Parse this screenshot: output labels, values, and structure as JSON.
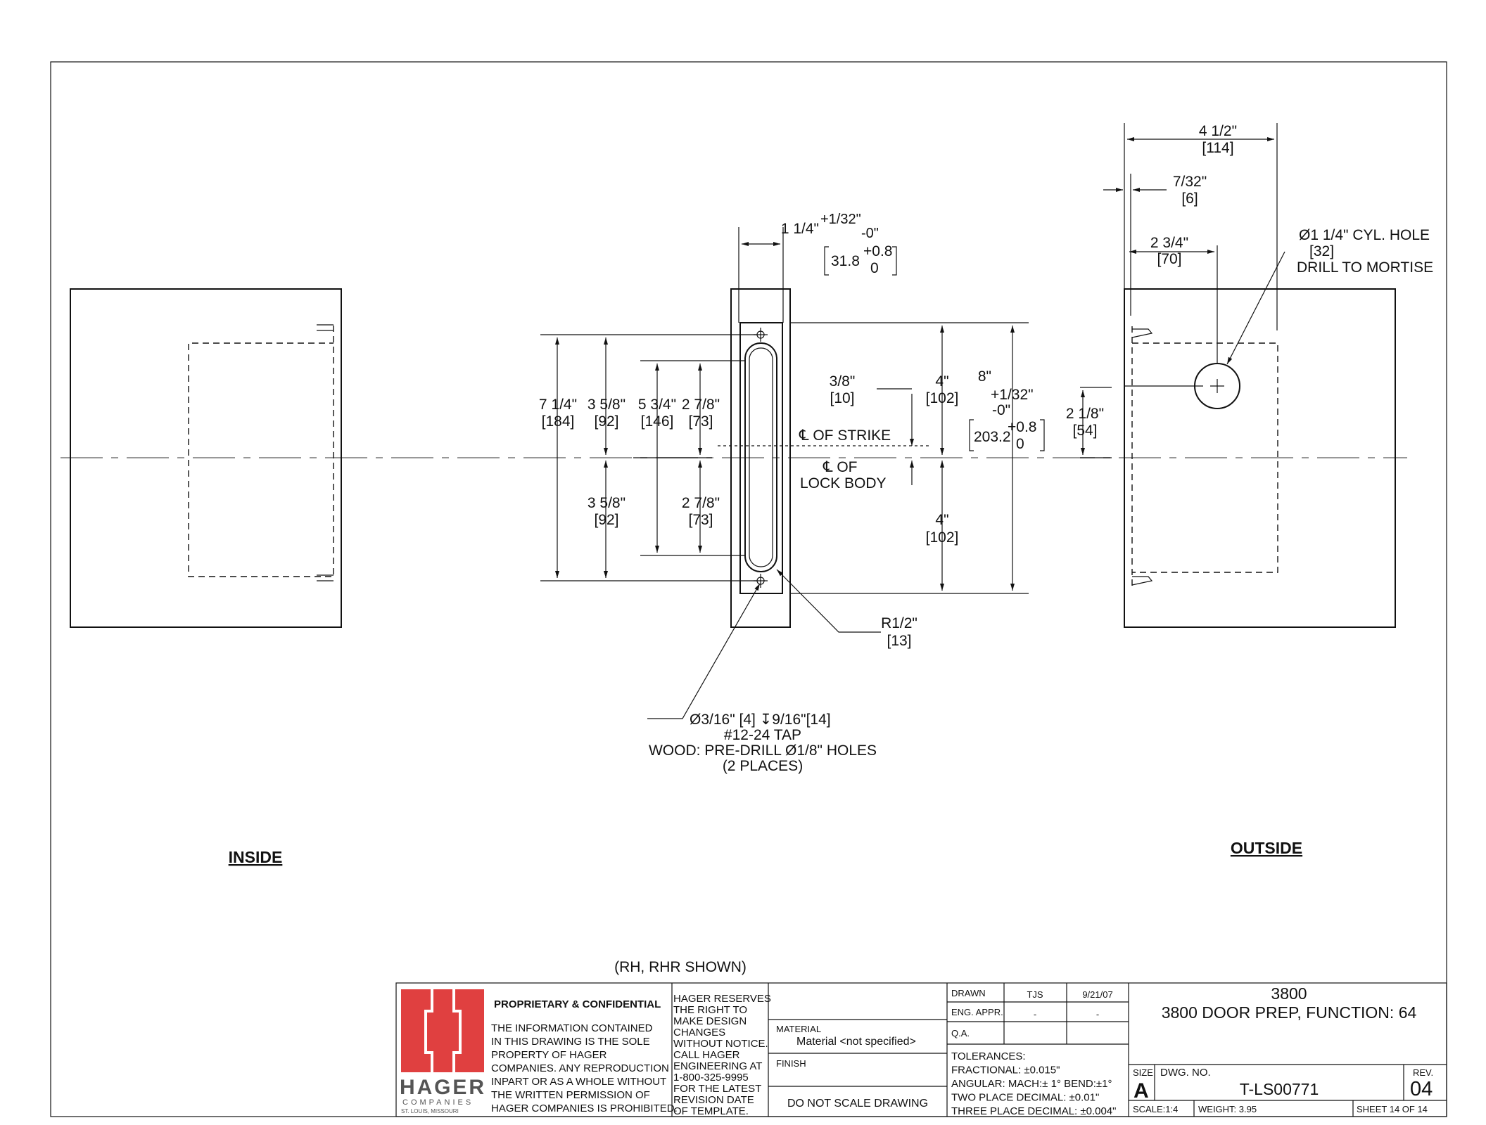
{
  "views": {
    "inside_label": "INSIDE",
    "outside_label": "OUTSIDE",
    "shown_note": "(RH,  RHR  SHOWN)"
  },
  "dimensions": {
    "width_top": "4 1/2\"",
    "width_top_mm": "[114]",
    "setback": "7/32\"",
    "setback_mm": "[6]",
    "backset": "2 3/4\"",
    "backset_mm": "[70]",
    "cyl_hole": "Ø1 1/4\" CYL. HOLE",
    "cyl_hole_mm": "[32]",
    "cyl_hole_note": "DRILL TO MORTISE",
    "strike_width": "1 1/4\"",
    "strike_width_tol_plus": "+1/32\"",
    "strike_width_tol_minus": "-0\"",
    "strike_width_mm": "31.8",
    "strike_width_mm_tol_plus": "+0.8",
    "strike_width_mm_tol_minus": "0",
    "overall_height": "7 1/4\"",
    "overall_height_mm": "[184]",
    "upper_half": "3 5/8\"",
    "upper_half_mm": "[92]",
    "slot_length": "5 3/4\"",
    "slot_length_mm": "[146]",
    "slot_upper": "2 7/8\"",
    "slot_upper_mm": "[73]",
    "lower_half": "3 5/8\"",
    "lower_half_mm": "[92]",
    "slot_lower": "2 7/8\"",
    "slot_lower_mm": "[73]",
    "offset": "3/8\"",
    "offset_mm": "[10]",
    "cl_strike": "℄ OF STRIKE",
    "cl_lock_1": "℄ OF",
    "cl_lock_2": "LOCK BODY",
    "upper_four": "4\"",
    "upper_four_mm": "[102]",
    "lower_four": "4\"",
    "lower_four_mm": "[102]",
    "total": "8\"",
    "total_tol_plus": "+1/32\"",
    "total_tol_minus": "-0\"",
    "total_mm": "203.2",
    "total_mm_tol_plus": "+0.8",
    "total_mm_tol_minus": "0",
    "cyl_height": "2 1/8\"",
    "cyl_height_mm": "[54]",
    "radius": "R1/2\"",
    "radius_mm": "[13]",
    "hole_1": "Ø3/16\" [4] ↧9/16\"[14]",
    "hole_2": "#12-24 TAP",
    "hole_3": "WOOD:  PRE-DRILL  Ø1/8\" HOLES",
    "hole_4": "(2 PLACES)"
  },
  "title_block": {
    "logo_text": "HAGER",
    "logo_sub": "COMPANIES",
    "logo_city": "ST. LOUIS, MISSOURI",
    "prop_title": "PROPRIETARY & CONFIDENTIAL",
    "prop_lines": [
      "THE INFORMATION CONTAINED",
      "IN THIS DRAWING IS THE SOLE",
      "PROPERTY OF HAGER",
      "COMPANIES. ANY REPRODUCTION",
      "INPART OR  AS A WHOLE WITHOUT",
      "THE WRITTEN PERMISSION OF",
      "HAGER COMPANIES IS PROHIBITED."
    ],
    "reserve_lines": [
      "HAGER RESERVES",
      "THE RIGHT TO",
      "MAKE DESIGN",
      "CHANGES",
      "WITHOUT NOTICE.",
      "CALL HAGER",
      "ENGINEERING AT",
      "1-800-325-9995",
      "FOR THE LATEST",
      "REVISION DATE",
      "OF TEMPLATE."
    ],
    "material_label": "MATERIAL",
    "material_value": "Material <not specified>",
    "finish_label": "FINISH",
    "no_scale": "DO  NOT  SCALE  DRAWING",
    "drawn_label": "DRAWN",
    "drawn_by": "TJS",
    "drawn_date": "9/21/07",
    "eng_label": "ENG. APPR.",
    "eng_by": "-",
    "eng_date": "-",
    "qa_label": "Q.A.",
    "tol_lines": [
      "TOLERANCES:",
      "FRACTIONAL: ±0.015\"",
      "ANGULAR: MACH:± 1° BEND:±1°",
      "TWO PLACE DECIMAL: ±0.01\"",
      "THREE PLACE DECIMAL: ±0.004\""
    ],
    "part_no": "3800",
    "title": "3800 DOOR PREP,  FUNCTION: 64",
    "size_label": "SIZE",
    "size_value": "A",
    "dwg_label": "DWG.  NO.",
    "dwg_value": "T-LS00771",
    "rev_label": "REV.",
    "rev_value": "04",
    "scale": "SCALE:1:4",
    "weight": "WEIGHT: 3.95",
    "sheet": "SHEET 14 OF 14"
  },
  "colors": {
    "logo_red": "#e04040"
  }
}
